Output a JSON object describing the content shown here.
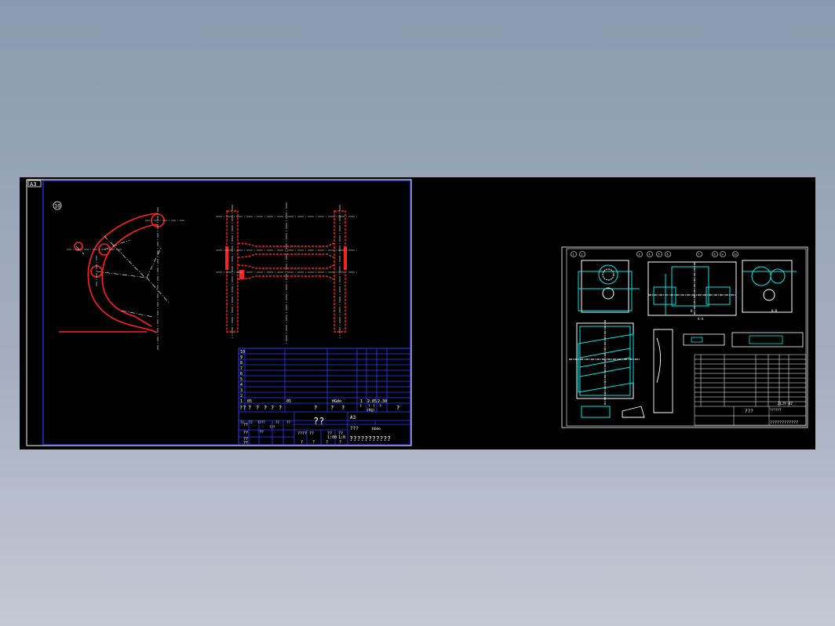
{
  "sheet1": {
    "size_label": "A3",
    "balloon": "10",
    "title_block": {
      "row_numbers": [
        "10",
        "9",
        "8",
        "7",
        "6",
        "5",
        "4",
        "3",
        "2",
        "1"
      ],
      "row1_a": "05",
      "row1_b": "05",
      "row1_c": "HGdo",
      "row1_d": "1",
      "row1_e": "2.85",
      "row1_f": "2.30",
      "header_cells": [
        "??",
        "?",
        "?",
        "?",
        "?",
        "?",
        "?",
        "?",
        "?",
        "?"
      ],
      "header_small": [
        "?",
        "?",
        "?",
        "?",
        "(Kg)"
      ],
      "name": "??",
      "scale_label": "A3",
      "company": "???????????",
      "mid_a": "???",
      "mid_b": "HGdo",
      "left_labels": [
        "??",
        "??",
        "??",
        "??"
      ],
      "left_small": [
        "??",
        "??",
        "????",
        "??",
        "??",
        "???",
        "??"
      ],
      "bottom_cells": [
        "????",
        "??",
        "??",
        "??"
      ],
      "bottom_small": [
        "1:00",
        "1:0"
      ],
      "bottom_q": [
        "?",
        "?",
        "?",
        "?"
      ]
    }
  },
  "sheet2": {
    "balloons": [
      "1",
      "2",
      "3",
      "4",
      "5",
      "6",
      "7",
      "8",
      "9",
      "10"
    ],
    "section_labels": [
      "A-A",
      "B-B",
      "B",
      "A"
    ],
    "name": "???",
    "drawing_no": "ZLJY-07",
    "company": "????????????",
    "top_code": "??????"
  }
}
